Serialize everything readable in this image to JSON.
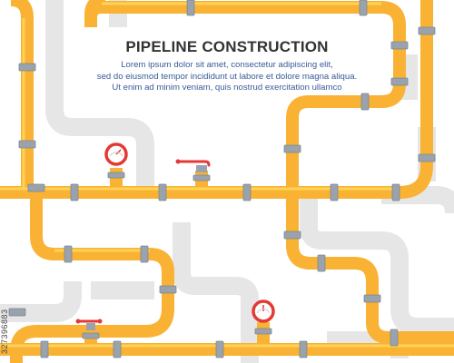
{
  "title": "PIPELINE CONSTRUCTION",
  "body_lines": [
    "Lorem ipsum dolor sit amet, consectetur adipiscing elit,",
    "sed do eiusmod tempor incididunt ut labore et dolore magna aliqua.",
    "Ut enim ad minim veniam, quis nostrud exercitation ullamco"
  ],
  "watermark": "327396883",
  "colors": {
    "pipe_main": "#f9b233",
    "pipe_light": "#ffd65a",
    "pipe_dark": "#e09000",
    "pipe_gray": "#e6e6e6",
    "coupling": "#9aa3ad",
    "gauge_red": "#e53935",
    "text_dark": "#333333",
    "text_blue": "#3a5a9a"
  },
  "icons": [
    "pressure-gauge-icon",
    "valve-handle-icon"
  ]
}
